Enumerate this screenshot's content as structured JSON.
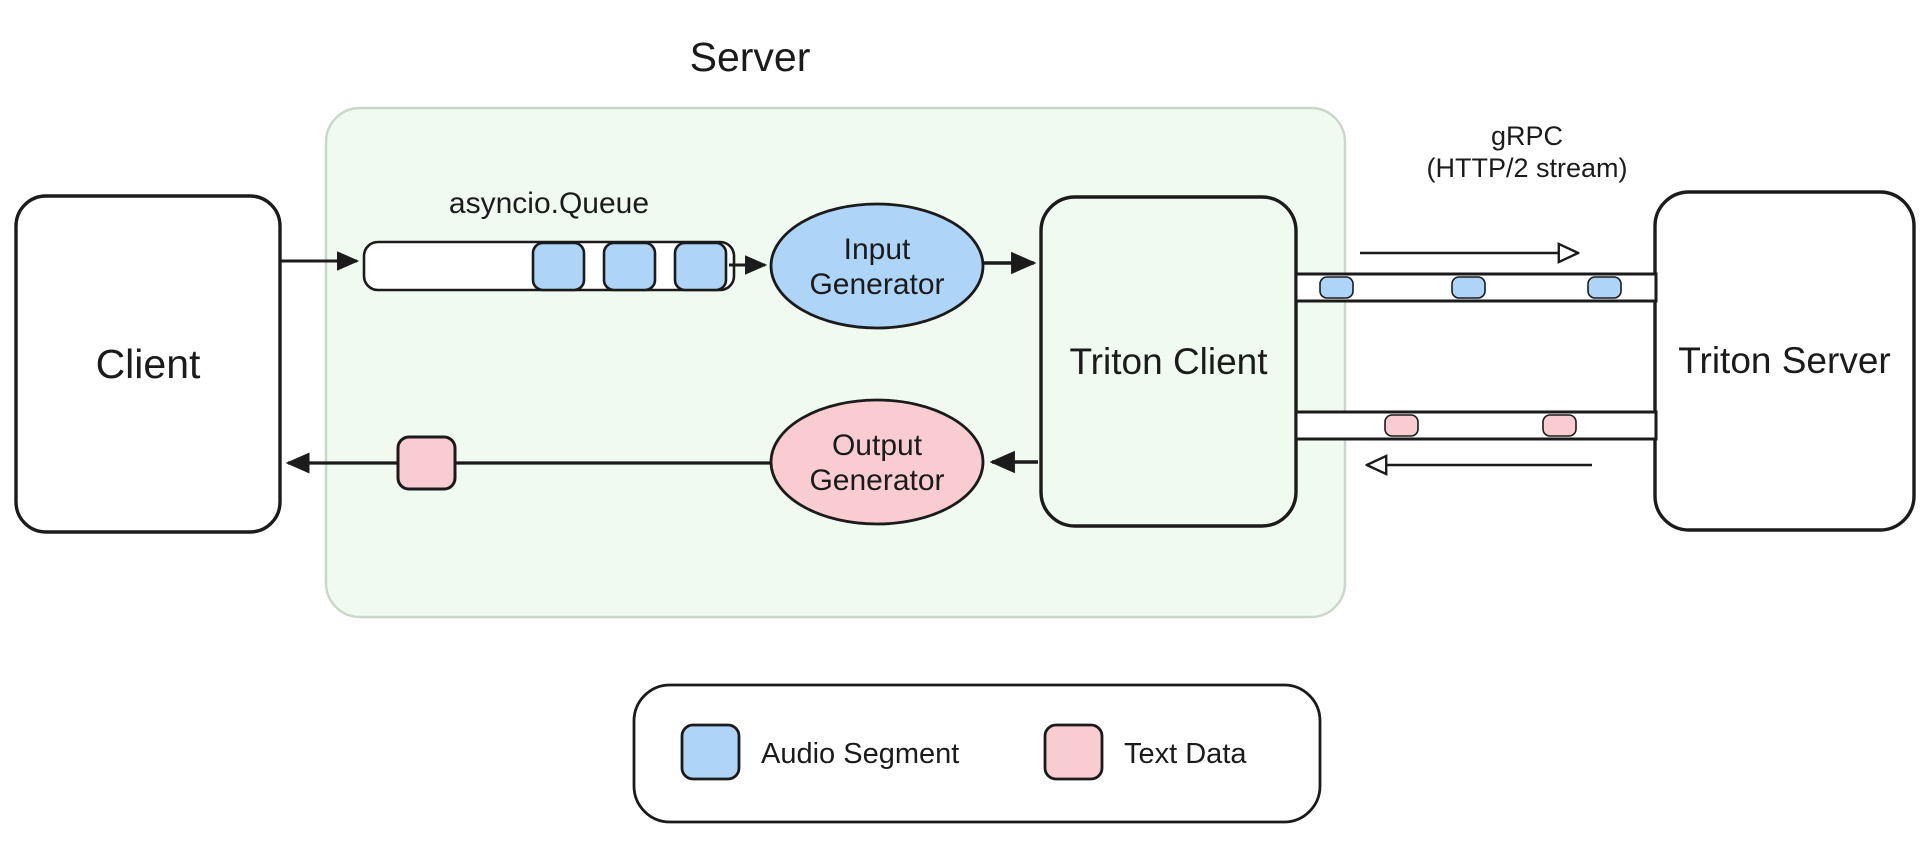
{
  "diagram": {
    "title": "Server",
    "nodes": {
      "client": {
        "label": "Client"
      },
      "queue": {
        "label": "asyncio.Queue",
        "item_count": 3,
        "item_kind": "audio-segment"
      },
      "input_generator": {
        "label_line1": "Input",
        "label_line2": "Generator"
      },
      "output_generator": {
        "label_line1": "Output",
        "label_line2": "Generator"
      },
      "triton_client": {
        "label": "Triton Client"
      },
      "triton_server": {
        "label": "Triton Server"
      }
    },
    "connection": {
      "label_line1": "gRPC",
      "label_line2": "(HTTP/2 stream)",
      "upstream_packets": 3,
      "downstream_packets": 2,
      "upstream_direction": "right",
      "downstream_direction": "left"
    },
    "return_packet": {
      "kind": "text-data"
    },
    "legend": {
      "items": [
        {
          "label": "Audio Segment",
          "color": "#aed4f7"
        },
        {
          "label": "Text Data",
          "color": "#f8ccd1"
        }
      ]
    },
    "colors": {
      "audio_segment": "#aed4f7",
      "text_data": "#f8ccd1",
      "server_fill": "#f0faf0",
      "server_stroke": "#c9d6c9",
      "stroke": "#1b1b1b",
      "background": "#ffffff"
    }
  }
}
